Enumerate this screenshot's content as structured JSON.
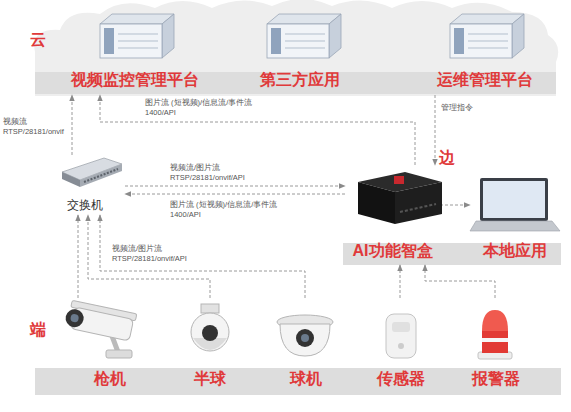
{
  "diagram": {
    "nodes": [
      {
        "text": [
          "云"
        ]
      },
      {
        "text": [
          "视频监控管理平台"
        ],
        "in": 0
      },
      {
        "text": [
          "第三方应用"
        ],
        "in": 0
      },
      {
        "text": [
          "运维管理平台"
        ],
        "in": 0
      },
      {
        "text": [
          "交换机"
        ]
      },
      {
        "text": [
          "边"
        ]
      },
      {
        "text": [
          "AI功能智盒"
        ],
        "in": 5
      },
      {
        "text": [
          "本地应用"
        ],
        "in": 5
      },
      {
        "text": [
          "端"
        ]
      },
      {
        "text": [
          "枪机"
        ],
        "in": 8
      },
      {
        "text": [
          "半球"
        ],
        "in": 8
      },
      {
        "text": [
          "球机"
        ],
        "in": 8
      },
      {
        "text": [
          "传感器"
        ],
        "in": 8
      },
      {
        "text": [
          "报警器"
        ],
        "in": 8
      }
    ],
    "edges": [
      {
        "from": 4,
        "to": 1,
        "arrow": "to",
        "label": "视频流 RTSP/28181/onvif"
      },
      {
        "from": 6,
        "to": 1,
        "arrow": "to",
        "label": "图片流 (短视频)/信息流/事件流 1400/API"
      },
      {
        "from": 3,
        "to": 6,
        "arrow": "to",
        "label": "管理指令"
      },
      {
        "from": 4,
        "to": 6,
        "arrow": "to",
        "label": "视频流/图片流 RTSP/28181/onvif/API"
      },
      {
        "from": 6,
        "to": 4,
        "arrow": "to",
        "label": "图片流 (短视频)/信息流/事件流 1400/API"
      },
      {
        "from": 9,
        "to": 4,
        "arrow": "to",
        "label": "视频流/图片流 RTSP/28181/onvif/API"
      },
      {
        "from": 10,
        "to": 4,
        "arrow": "to"
      },
      {
        "from": 11,
        "to": 4,
        "arrow": "to"
      },
      {
        "from": 12,
        "to": 6,
        "arrow": "to"
      },
      {
        "from": 13,
        "to": 6,
        "arrow": "to"
      },
      {
        "from": 6,
        "to": 7,
        "arrow": "to"
      }
    ]
  }
}
